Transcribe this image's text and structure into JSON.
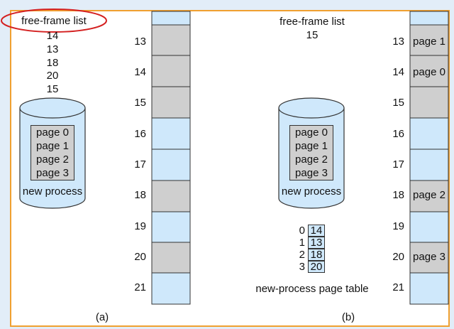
{
  "left": {
    "free_frame_title": "free-frame list",
    "free_frames": [
      "14",
      "13",
      "18",
      "20",
      "15"
    ],
    "disk_pages": [
      "page 0",
      "page 1",
      "page 2",
      "page 3"
    ],
    "disk_label": "new process",
    "frame_numbers": [
      "13",
      "14",
      "15",
      "16",
      "17",
      "18",
      "19",
      "20",
      "21"
    ],
    "caption": "(a)"
  },
  "right": {
    "free_frame_title": "free-frame list",
    "free_frames": [
      "15"
    ],
    "disk_pages": [
      "page 0",
      "page 1",
      "page 2",
      "page 3"
    ],
    "disk_label": "new process",
    "page_table_index": [
      "0",
      "1",
      "2",
      "3"
    ],
    "page_table_frames": [
      "14",
      "13",
      "18",
      "20"
    ],
    "page_table_label": "new-process page table",
    "frame_numbers": [
      "13",
      "14",
      "15",
      "16",
      "17",
      "18",
      "19",
      "20",
      "21"
    ],
    "frame_contents": [
      "page 1",
      "page 0",
      "",
      "",
      "",
      "page 2",
      "",
      "page 3",
      ""
    ],
    "caption": "(b)"
  },
  "colors": {
    "free_frame": "#cfe8fb",
    "used_frame": "#cfcfcf",
    "highlight_ellipse": "#d42020",
    "frame_border": "#f0a030"
  }
}
